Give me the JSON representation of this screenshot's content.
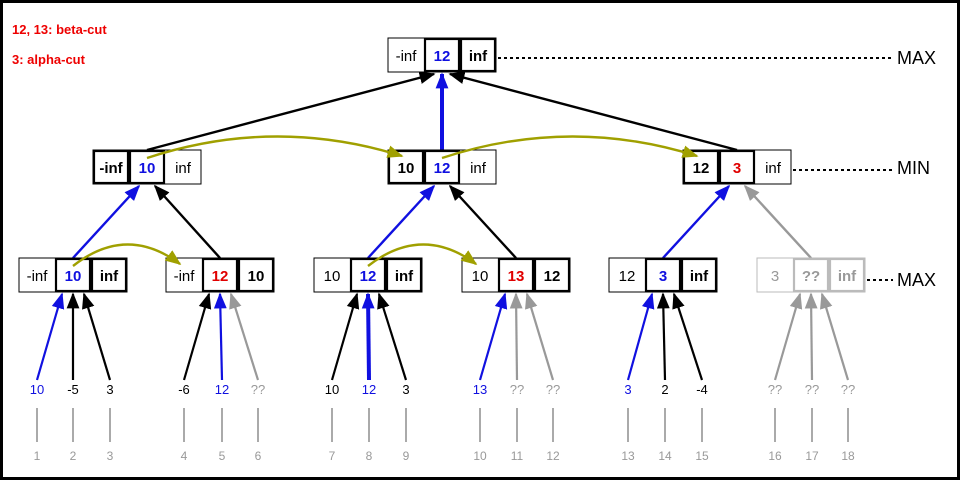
{
  "legend": {
    "beta_cut": "12, 13: beta-cut",
    "alpha_cut": "3: alpha-cut"
  },
  "levels": [
    "MAX",
    "MIN",
    "MAX"
  ],
  "colors": {
    "black": "#000000",
    "blue": "#1010e0",
    "red": "#e00000",
    "gray": "#999999",
    "olive": "#a0a000",
    "leaf_gray": "#aaaaaa"
  },
  "nodes": [
    {
      "id": "root",
      "level": 0,
      "cells": [
        {
          "text": "-inf",
          "style": "normal"
        },
        {
          "text": "12",
          "style": "blue-bold",
          "boxed": true
        },
        {
          "text": "inf",
          "style": "bold",
          "boxed": true
        }
      ]
    },
    {
      "id": "min1",
      "level": 1,
      "cells": [
        {
          "text": "-inf",
          "style": "bold",
          "boxed": true
        },
        {
          "text": "10",
          "style": "blue-bold",
          "boxed": true
        },
        {
          "text": "inf",
          "style": "normal"
        }
      ]
    },
    {
      "id": "min2",
      "level": 1,
      "cells": [
        {
          "text": "10",
          "style": "bold",
          "boxed": true
        },
        {
          "text": "12",
          "style": "blue-bold",
          "boxed": true
        },
        {
          "text": "inf",
          "style": "normal"
        }
      ]
    },
    {
      "id": "min3",
      "level": 1,
      "cells": [
        {
          "text": "12",
          "style": "bold",
          "boxed": true
        },
        {
          "text": "3",
          "style": "red-bold",
          "boxed": true
        },
        {
          "text": "inf",
          "style": "normal"
        }
      ]
    },
    {
      "id": "max1",
      "level": 2,
      "cells": [
        {
          "text": "-inf",
          "style": "normal"
        },
        {
          "text": "10",
          "style": "blue-bold",
          "boxed": true
        },
        {
          "text": "inf",
          "style": "bold",
          "boxed": true
        }
      ]
    },
    {
      "id": "max2",
      "level": 2,
      "cells": [
        {
          "text": "-inf",
          "style": "normal"
        },
        {
          "text": "12",
          "style": "red-bold",
          "boxed": true
        },
        {
          "text": "10",
          "style": "bold",
          "boxed": true
        }
      ]
    },
    {
      "id": "max3",
      "level": 2,
      "cells": [
        {
          "text": "10",
          "style": "normal"
        },
        {
          "text": "12",
          "style": "blue-bold",
          "boxed": true
        },
        {
          "text": "inf",
          "style": "bold",
          "boxed": true
        }
      ]
    },
    {
      "id": "max4",
      "level": 2,
      "cells": [
        {
          "text": "10",
          "style": "normal"
        },
        {
          "text": "13",
          "style": "red-bold",
          "boxed": true
        },
        {
          "text": "12",
          "style": "bold",
          "boxed": true
        }
      ]
    },
    {
      "id": "max5",
      "level": 2,
      "cells": [
        {
          "text": "12",
          "style": "normal"
        },
        {
          "text": "3",
          "style": "blue-bold",
          "boxed": true
        },
        {
          "text": "inf",
          "style": "bold",
          "boxed": true
        }
      ]
    },
    {
      "id": "max6",
      "level": 2,
      "pruned": true,
      "cells": [
        {
          "text": "3",
          "style": "gray"
        },
        {
          "text": "??",
          "style": "gray-bold",
          "boxed": true
        },
        {
          "text": "inf",
          "style": "gray-bold",
          "boxed": true
        }
      ]
    }
  ],
  "leaves": [
    {
      "index": "1",
      "value": "10",
      "state": "chosen"
    },
    {
      "index": "2",
      "value": "-5",
      "state": "visited"
    },
    {
      "index": "3",
      "value": "3",
      "state": "visited"
    },
    {
      "index": "4",
      "value": "-6",
      "state": "visited"
    },
    {
      "index": "5",
      "value": "12",
      "state": "chosen"
    },
    {
      "index": "6",
      "value": "??",
      "state": "pruned"
    },
    {
      "index": "7",
      "value": "10",
      "state": "visited"
    },
    {
      "index": "8",
      "value": "12",
      "state": "chosen"
    },
    {
      "index": "9",
      "value": "3",
      "state": "visited"
    },
    {
      "index": "10",
      "value": "13",
      "state": "chosen"
    },
    {
      "index": "11",
      "value": "??",
      "state": "pruned"
    },
    {
      "index": "12",
      "value": "??",
      "state": "pruned"
    },
    {
      "index": "13",
      "value": "3",
      "state": "chosen"
    },
    {
      "index": "14",
      "value": "2",
      "state": "visited"
    },
    {
      "index": "15",
      "value": "-4",
      "state": "visited"
    },
    {
      "index": "16",
      "value": "??",
      "state": "pruned"
    },
    {
      "index": "17",
      "value": "??",
      "state": "pruned"
    },
    {
      "index": "18",
      "value": "??",
      "state": "pruned"
    }
  ],
  "edges": [
    {
      "from": "min1",
      "to": "root",
      "state": "visited"
    },
    {
      "from": "min2",
      "to": "root",
      "state": "chosen"
    },
    {
      "from": "min3",
      "to": "root",
      "state": "visited"
    },
    {
      "from": "max1",
      "to": "min1",
      "state": "chosen"
    },
    {
      "from": "max2",
      "to": "min1",
      "state": "visited"
    },
    {
      "from": "max3",
      "to": "min2",
      "state": "chosen"
    },
    {
      "from": "max4",
      "to": "min2",
      "state": "visited"
    },
    {
      "from": "max5",
      "to": "min3",
      "state": "chosen"
    },
    {
      "from": "max6",
      "to": "min3",
      "state": "pruned"
    }
  ],
  "passes": [
    {
      "from": "min1",
      "to": "min2"
    },
    {
      "from": "min2",
      "to": "min3"
    },
    {
      "from": "max1",
      "to": "max2"
    },
    {
      "from": "max3",
      "to": "max4"
    }
  ]
}
